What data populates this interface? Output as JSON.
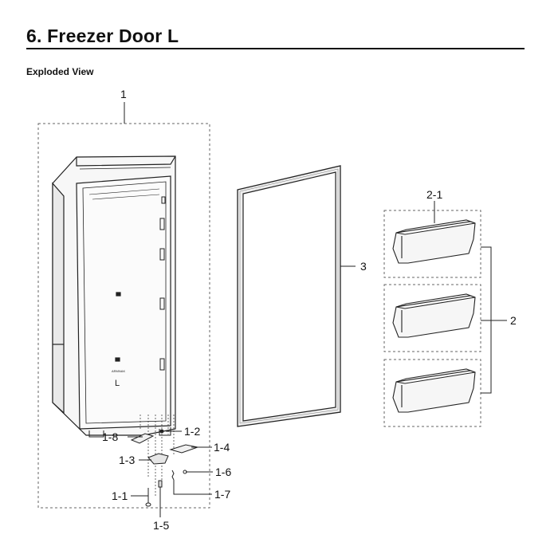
{
  "page": {
    "title": "6.  Freezer Door L",
    "subtitle": "Exploded View"
  },
  "door_marking": {
    "brand": "ARMNAK",
    "side": "L"
  },
  "callouts": {
    "door_assembly": "1",
    "gasket": "3",
    "bin_group": "2",
    "bin_top": "2-1",
    "hinge_cover": "1-8",
    "hinge_bracket": "1-3",
    "screw_lower": "1-1",
    "pin_lower": "1-5",
    "pin_upper": "1-2",
    "plate": "1-4",
    "washer": "1-6",
    "spring": "1-7"
  }
}
